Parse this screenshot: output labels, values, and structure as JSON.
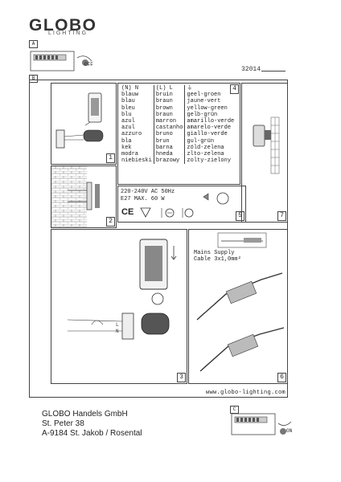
{
  "header": {
    "brand": "GLOBO",
    "brand_sub": "LIGHTING",
    "article_no": "32014"
  },
  "tags": {
    "a": "A",
    "b": "B",
    "c": "C"
  },
  "step_a": {
    "label": "OFF"
  },
  "step_c": {
    "label": "ON"
  },
  "panels": {
    "p1": "1",
    "p2": "2",
    "p3": "3",
    "p4": "4",
    "p5": "5",
    "p6": "6",
    "p7": "7"
  },
  "wire_table": {
    "headers": [
      "N",
      "L",
      ""
    ],
    "col1": [
      "blauw",
      "blau",
      "bleu",
      "blu",
      "azul",
      "azul",
      "azzuro",
      "bla",
      "kek",
      "modra",
      "niebieski"
    ],
    "col2": [
      "bruin",
      "braun",
      "brown",
      "braun",
      "marron",
      "castanho",
      "bruno",
      "brun",
      "barna",
      "hneda",
      "brazowy"
    ],
    "col3": [
      "geel-groen",
      "jaune-vert",
      "yellow-green",
      "gelb-grün",
      "amarillo-verde",
      "amarelo-verde",
      "giallo-verde",
      "gul-grün",
      "zöld-zelena",
      "zlto-zelena",
      "zolty-zielony"
    ]
  },
  "specs": {
    "line1": "220-240V AC 50Hz",
    "line2": "E27 MAX. 60 W",
    "ce": "CE"
  },
  "supply": {
    "label": "Mains Supply",
    "label2": "Cable 3x1,0mm²"
  },
  "website": "www.globo-lighting.com",
  "address": {
    "company": "GLOBO Handels GmbH",
    "street": "St. Peter 38",
    "city": "A-9184 St. Jakob / Rosental"
  }
}
